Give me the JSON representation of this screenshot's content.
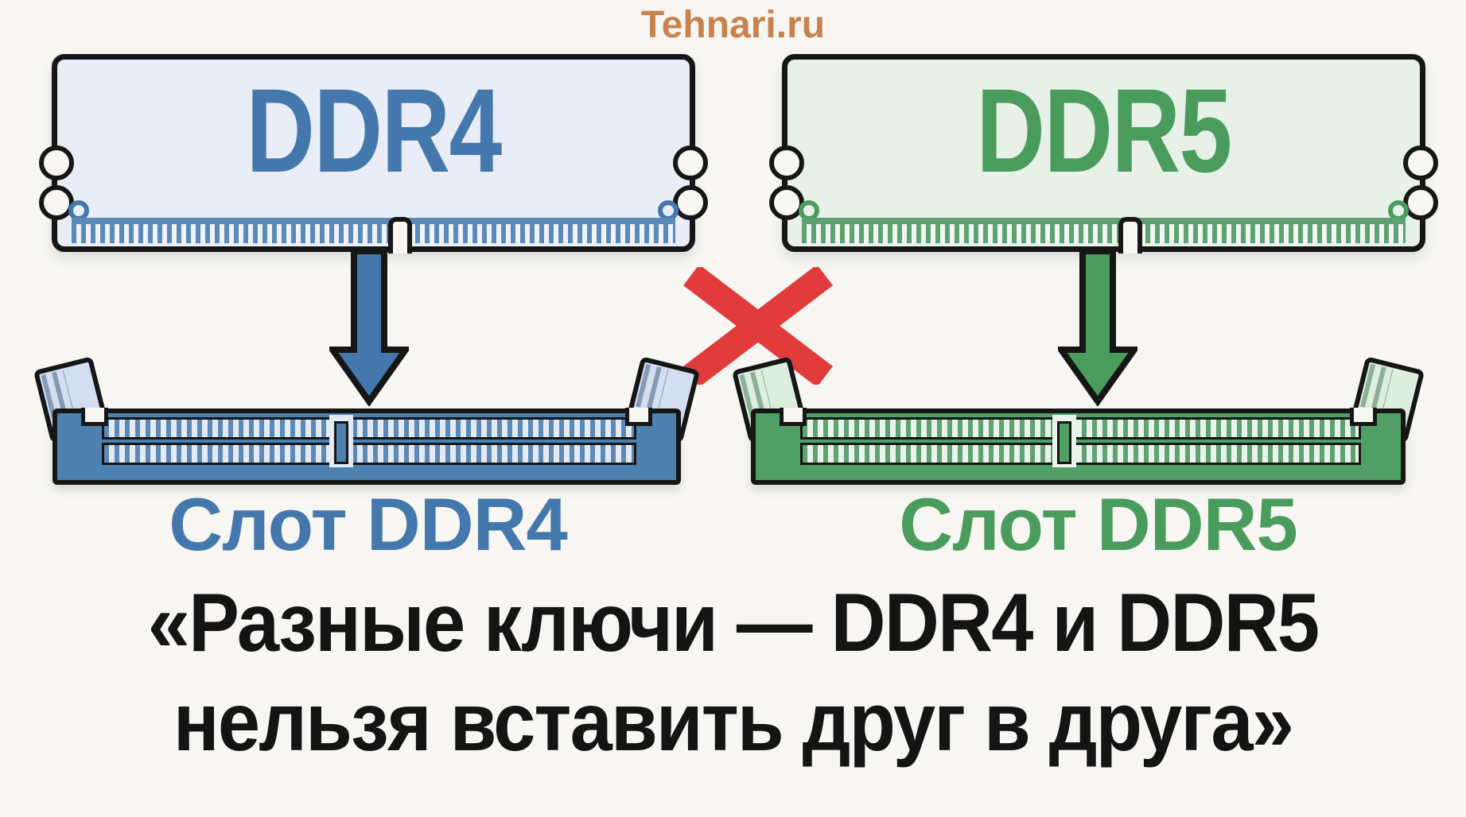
{
  "watermark": {
    "text": "Tehnari.ru",
    "color": "#c8824e"
  },
  "background": "#f7f6f3",
  "left": {
    "module_label": "DDR4",
    "slot_label": "Слот DDR4",
    "accent": "#4478ad",
    "module_fill": "#e9edf7",
    "slot_fill": "#4d81b0",
    "arrow_icon": "down-arrow-icon"
  },
  "right": {
    "module_label": "DDR5",
    "slot_label": "Слот DDR5",
    "accent": "#4a9c5d",
    "module_fill": "#e8f1e8",
    "slot_fill": "#4f9f66",
    "arrow_icon": "down-arrow-icon"
  },
  "separator": {
    "icon": "red-cross-icon",
    "color": "#e23b3b"
  },
  "caption": {
    "line1": "«Разные ключи — DDR4 и DDR5",
    "line2": "нельзя вставить друг в друга»",
    "color": "#141414"
  }
}
